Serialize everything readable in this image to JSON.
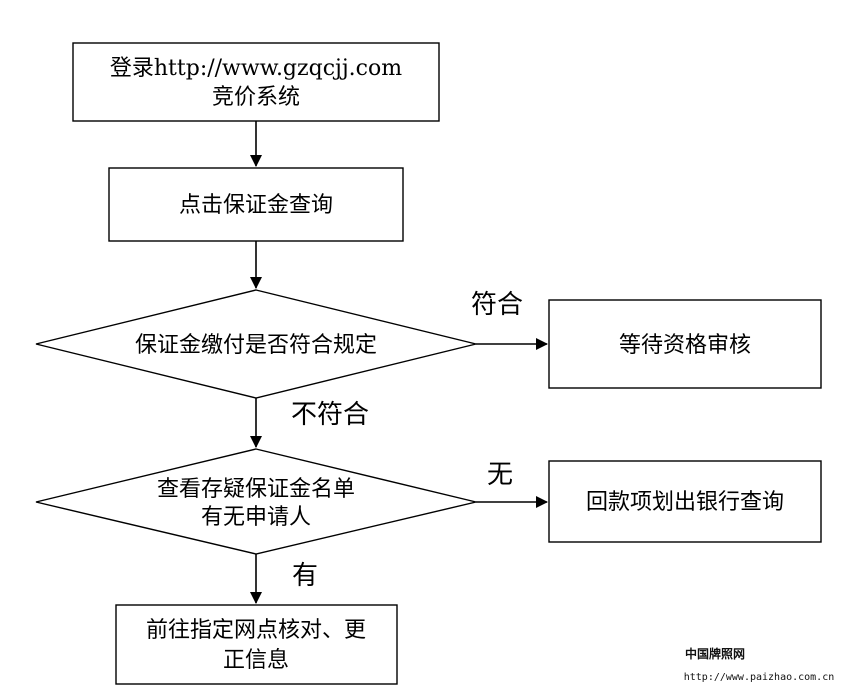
{
  "diagram": {
    "nodes": [
      {
        "id": "login",
        "shape": "rect",
        "lines": [
          "登录http://www.gzqcjj.com",
          "竞价系统"
        ]
      },
      {
        "id": "click-deposit",
        "shape": "rect",
        "lines": [
          "点击保证金查询"
        ]
      },
      {
        "id": "check-deposit",
        "shape": "diamond",
        "lines": [
          "保证金缴付是否符合规定"
        ]
      },
      {
        "id": "await-review",
        "shape": "rect",
        "lines": [
          "等待资格审核"
        ]
      },
      {
        "id": "check-suspect-list",
        "shape": "diamond",
        "lines": [
          "查看存疑保证金名单",
          "有无申请人"
        ]
      },
      {
        "id": "refund-query",
        "shape": "rect",
        "lines": [
          "回款项划出银行查询"
        ]
      },
      {
        "id": "visit-branch",
        "shape": "rect",
        "lines": [
          "前往指定网点核对、更",
          "正信息"
        ]
      }
    ],
    "edges": [
      {
        "id": "e1",
        "from": "login",
        "to": "click-deposit",
        "label": ""
      },
      {
        "id": "e2",
        "from": "click-deposit",
        "to": "check-deposit",
        "label": ""
      },
      {
        "id": "e3",
        "from": "check-deposit",
        "to": "await-review",
        "label": "符合"
      },
      {
        "id": "e4",
        "from": "check-deposit",
        "to": "check-suspect-list",
        "label": "不符合"
      },
      {
        "id": "e5",
        "from": "check-suspect-list",
        "to": "refund-query",
        "label": "无"
      },
      {
        "id": "e6",
        "from": "check-suspect-list",
        "to": "visit-branch",
        "label": "有"
      }
    ]
  },
  "watermark": {
    "title": "中国牌照网",
    "url": "http://www.paizhao.com.cn"
  }
}
